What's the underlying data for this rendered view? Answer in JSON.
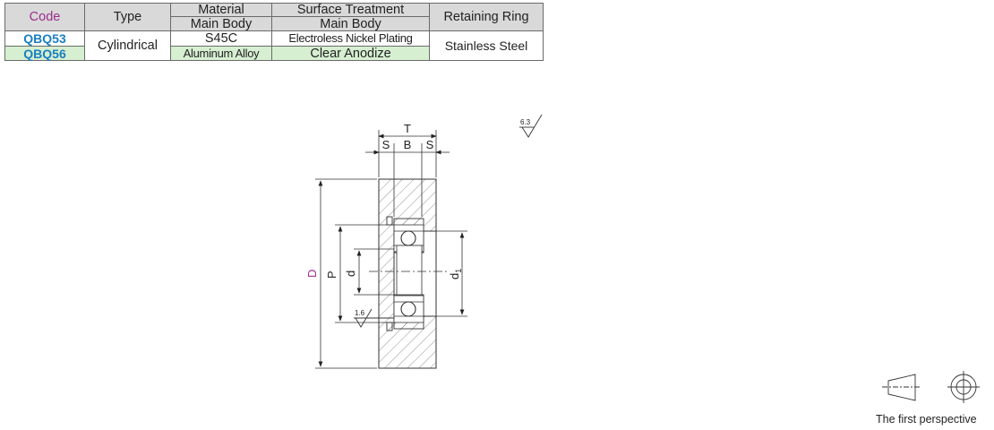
{
  "table": {
    "headers": {
      "code": "Code",
      "type": "Type",
      "material": "Material",
      "material_sub": "Main Body",
      "surface": "Surface Treatment",
      "surface_sub": "Main Body",
      "ring": "Retaining Ring"
    },
    "rows": [
      {
        "code": "QBQ53",
        "material": "S45C",
        "surface": "Electroless Nickel Plating"
      },
      {
        "code": "QBQ56",
        "material": "Aluminum Alloy",
        "surface": "Clear Anodize"
      }
    ],
    "type_value": "Cylindrical",
    "ring_value": "Stainless Steel"
  },
  "drawing": {
    "dims": {
      "T": "T",
      "S": "S",
      "B": "B",
      "D": "D",
      "P": "P",
      "d": "d",
      "d1": "d",
      "d1_sub": "1"
    },
    "roughness_main": "6.3",
    "roughness_inner": "1.6",
    "colors": {
      "D": "#9b2d8d",
      "lines": "#333333",
      "hatch": "#777777"
    }
  },
  "perspective_label": "The first perspective"
}
